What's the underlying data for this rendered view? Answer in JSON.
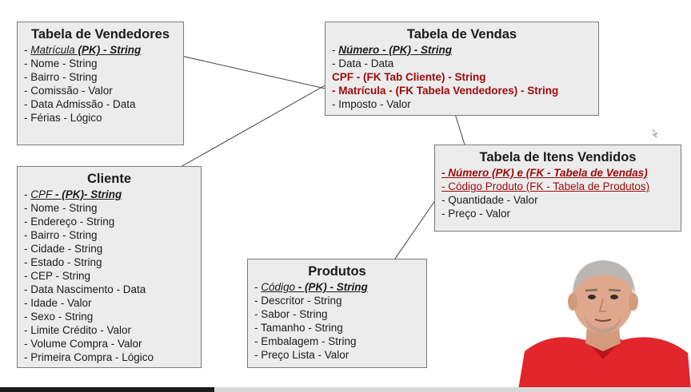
{
  "vendedores": {
    "title": "Tabela de Vendedores",
    "rows": [
      {
        "pre": "- ",
        "name": "Matrícula",
        "pk": " (PK) - String"
      },
      "- Nome - String",
      "- Bairro - String",
      "- Comissão - Valor",
      "- Data Admissão - Data",
      "- Férias - Lógico"
    ]
  },
  "vendas": {
    "title": "Tabela de Vendas",
    "rows": [
      {
        "pre": "- ",
        "name": "Número - (PK) - String"
      },
      "- Data - Data",
      "CPF - (FK Tab Cliente) - String",
      "- Matrícula -  (FK Tabela Vendedores) - String",
      "- Imposto - Valor"
    ]
  },
  "itens": {
    "title": "Tabela de Itens Vendidos",
    "rows": [
      "- Número (PK) e (FK - Tabela de Vendas)",
      "- Código Produto (FK - Tabela de Produtos)",
      "- Quantidade - Valor",
      "- Preço - Valor"
    ]
  },
  "cliente": {
    "title": "Cliente",
    "rows": [
      {
        "pre": "- ",
        "name": "CPF",
        "pk": " - (PK)- String"
      },
      "- Nome - String",
      "- Endereço - String",
      "- Bairro - String",
      "- Cidade - String",
      "- Estado - String",
      "- CEP - String",
      "- Data Nascimento - Data",
      "- Idade - Valor",
      "- Sexo - String",
      "- Limite Crédito - Valor",
      "- Volume Compra - Valor",
      "- Primeira Compra - Lógico"
    ]
  },
  "produtos": {
    "title": "Produtos",
    "rows": [
      {
        "pre": "- ",
        "name": "Código",
        "pk": " - (PK) - String"
      },
      "- Descritor - String",
      "- Sabor - String",
      "- Tamanho - String",
      "- Embalagem - String",
      "- Preço Lista - Valor"
    ]
  },
  "colors": {
    "box_bg": "#ececec",
    "box_border": "#7a7a7a",
    "fk_red": "#9b0a0a",
    "shirt_red": "#e2262c"
  }
}
